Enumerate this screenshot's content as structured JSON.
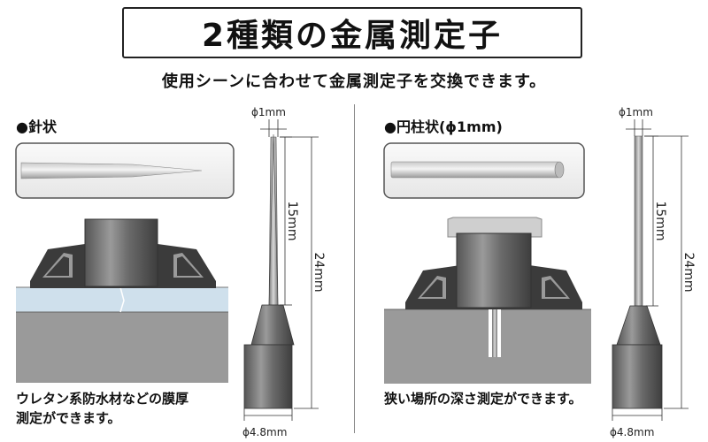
{
  "title": "2種類の金属測定子",
  "subtitle": "使用シーンに合わせて金属測定子を交換できます。",
  "left": {
    "heading": "●針状",
    "caption_line1": "ウレタン系防水材などの膜厚",
    "caption_line2": "測定ができます。",
    "tip_diameter": "ϕ1mm",
    "tip_length": "15mm",
    "total_length": "24mm",
    "base_diameter": "ϕ4.8mm"
  },
  "right": {
    "heading": "●円柱状(ϕ1mm)",
    "caption_line1": "狭い場所の深さ測定ができます。",
    "tip_diameter": "ϕ1mm",
    "tip_length": "15mm",
    "total_length": "24mm",
    "base_diameter": "ϕ4.8mm"
  }
}
